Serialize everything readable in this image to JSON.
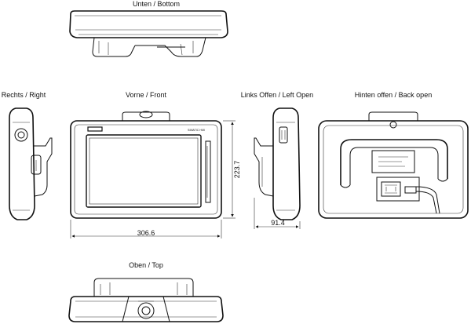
{
  "labels": {
    "bottom": "Unten / Bottom",
    "right": "Rechts / Right",
    "front": "Vorne / Front",
    "left_open": "Links Offen / Left Open",
    "back_open": "Hinten offen / Back open",
    "top": "Oben / Top"
  },
  "dimensions": {
    "width": "306.6",
    "height": "223.7",
    "depth": "91.4"
  },
  "device": {
    "brand_text": "SIMATIC HMI"
  }
}
